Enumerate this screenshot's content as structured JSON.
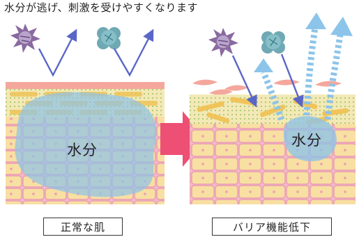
{
  "caption": "水分が逃げ、刺激を受けやすくなります",
  "left_panel": {
    "water_label": "水分",
    "caption_label": "正常な肌"
  },
  "right_panel": {
    "water_label": "水分",
    "caption_label": "バリア機能低下"
  },
  "icons": [
    "irritant-particle-icon",
    "pollen-particle-icon",
    "reflection-arrow-icon",
    "escape-arrow-icon",
    "transition-arrow-icon"
  ],
  "colors": {
    "top_layer": "#f4a79c",
    "lipid_bg": "#f3e9b6",
    "lipid_dots": "#a8c870",
    "epidermis_pink": "#f2b9c8",
    "cell_yellow": "#f8dfa2",
    "cell_border_pink": "#ea9db2",
    "water_blob": "#8fc3e6",
    "reflection_arrow": "#5a66c7",
    "escape_arrow": "#8cc4ea",
    "transition_arrow": "#ee4f74"
  }
}
